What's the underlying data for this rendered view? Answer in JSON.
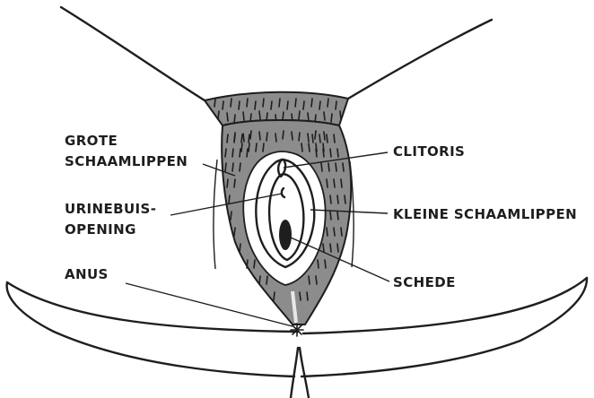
{
  "labels": {
    "grote_schaamlippen": [
      "GROTE",
      "SCHAAMLIPPEN"
    ],
    "urinebuis_opening": [
      "URINEBUIS-",
      "OPENING"
    ],
    "anus": "ANUS",
    "clitoris": "CLITORIS",
    "kleine_schaamlippen": "KLEINE SCHAAMLIPPEN",
    "schede": "SCHEDE"
  },
  "colors": {
    "ink": "#1e1e1e",
    "labia_fill": "#8c8c8c",
    "background": "#ffffff"
  }
}
